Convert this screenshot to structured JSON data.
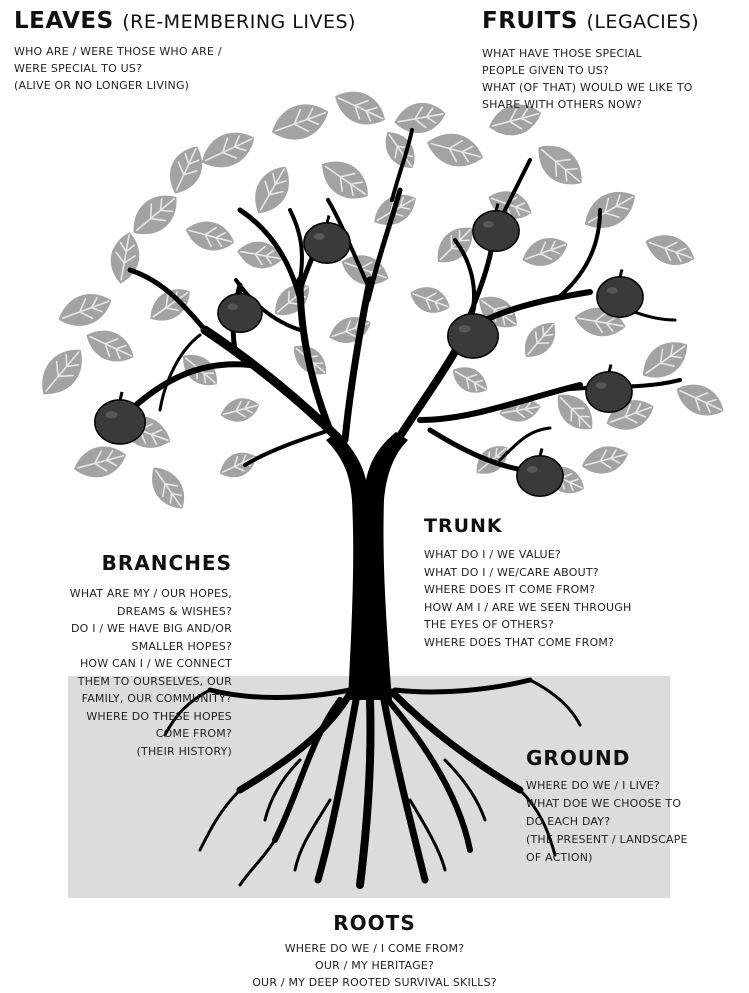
{
  "colors": {
    "ground_box": "#dcdcdc",
    "leaf_fill": "#a3a3a3",
    "leaf_vein": "#e6e6e6",
    "fruit_fill": "#3a3a3a",
    "tree": "#000000"
  },
  "leaves": {
    "heading": "LEAVES",
    "subheading": "(RE-MEMBERING LIVES)",
    "lines": [
      "WHO ARE / WERE THOSE WHO ARE /",
      "WERE SPECIAL TO US?",
      "(ALIVE OR NO LONGER LIVING)"
    ]
  },
  "fruits": {
    "heading": "FRUITS",
    "subheading": "(LEGACIES)",
    "lines": [
      "WHAT HAVE THOSE SPECIAL",
      "PEOPLE GIVEN TO US?",
      "WHAT (OF THAT) WOULD WE LIKE TO",
      "SHARE WITH OTHERS NOW?"
    ]
  },
  "trunk": {
    "heading": "TRUNK",
    "lines": [
      "WHAT DO I / WE VALUE?",
      "WHAT DO I / WE/CARE ABOUT?",
      "WHERE DOES IT COME FROM?",
      "HOW AM I / ARE WE SEEN THROUGH",
      "THE EYES OF OTHERS?",
      "WHERE DOES THAT COME FROM?"
    ]
  },
  "branches": {
    "heading": "BRANCHES",
    "lines": [
      "WHAT ARE MY / OUR HOPES,",
      "DREAMS & WISHES?",
      "DO I / WE HAVE BIG AND/OR",
      "SMALLER HOPES?",
      "HOW CAN I / WE CONNECT",
      "THEM TO OURSELVES, OUR",
      "FAMILY, OUR COMMUNITY?",
      "WHERE DO THESE HOPES",
      "COME FROM?",
      "(THEIR HISTORY)"
    ]
  },
  "ground": {
    "heading": "GROUND",
    "lines": [
      "WHERE DO WE / I LIVE?",
      "WHAT DOE WE CHOOSE TO",
      "DO EACH DAY?",
      "(THE PRESENT / LANDSCAPE",
      "OF ACTION)"
    ]
  },
  "roots": {
    "heading": "ROOTS",
    "lines": [
      "WHERE DO WE / I COME FROM?",
      "OUR / MY HERITAGE?",
      "OUR / MY DEEP ROOTED SURVIVAL SKILLS?"
    ]
  }
}
